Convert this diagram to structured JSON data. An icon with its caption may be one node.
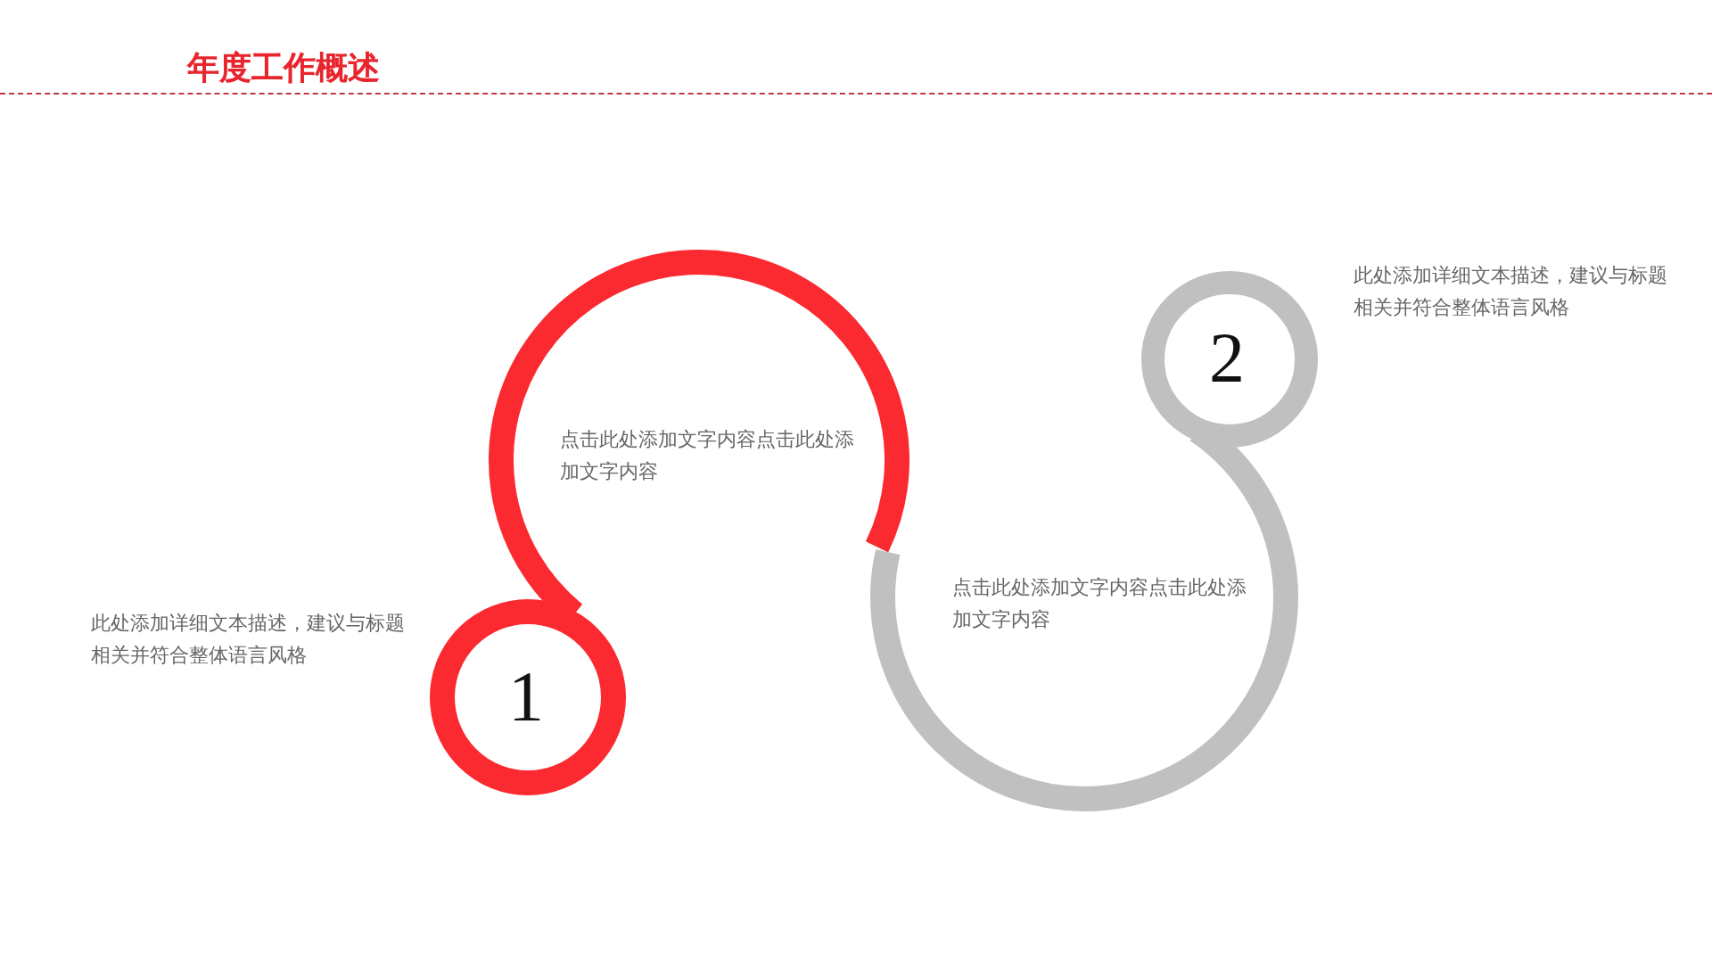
{
  "diagram": {
    "title": "年度工作概述",
    "nodes": [
      {
        "text": [
          "1"
        ],
        "beside": [
          "此处添加详细文本描述，建议与标题相关并符合整体语言风格"
        ]
      },
      {
        "text": [
          "点击此处添加文字内容点击此处添加文字内容"
        ]
      },
      {
        "text": [
          "点击此处添加文字内容点击此处添加文字内容"
        ]
      },
      {
        "text": [
          "2"
        ],
        "beside": [
          "此处添加详细文本描述，建议与标题相关并符合整体语言风格"
        ]
      }
    ]
  }
}
